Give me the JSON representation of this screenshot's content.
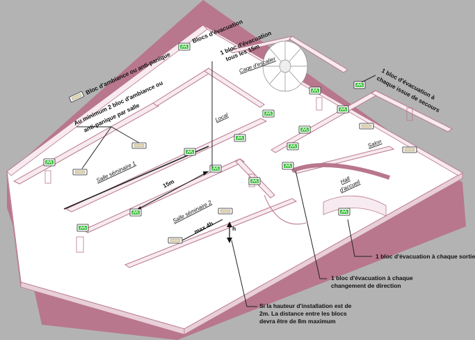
{
  "legend": {
    "evac_label": "Blocs d'évacuation",
    "ambiance_label": "Bloc d'ambiance ou anti-panique"
  },
  "annotations": {
    "min_two_line1": "Au minimum 2 bloc d'ambiance ou",
    "min_two_line2": "anti-panique par salle",
    "every15_line1": "1 bloc d'évacuation",
    "every15_line2": "tous les 15m",
    "each_exit_sec_line1": "1 bloc d'évacuation à",
    "each_exit_sec_line2": "chaque issue de secours",
    "each_exit": "1 bloc d'évacuation à chaque sortie",
    "direction_line1": "1 bloc d'évacuation à chaque",
    "direction_line2": "changement de direction",
    "height_line1": "Si la hauteur d'installation est de",
    "height_line2": "2m. La distance entre les blocs",
    "height_line3": "devra être de 8m maximum"
  },
  "rooms": {
    "cage": "Cage d'escalier",
    "local": "Local",
    "salle1": "Salle séminaire 1",
    "salle2": "Salle séminaire 2",
    "salon": "Salon",
    "hall_line1": "Hall",
    "hall_line2": "d'accueil"
  },
  "dimensions": {
    "fifteen": "15m",
    "max4h": "max 4h",
    "h": "h"
  },
  "colors": {
    "wall_top": "#f7eaf0",
    "wall_side": "#e8cfd9",
    "floor": "#ffffff",
    "base": "#b8778c",
    "evac_green": "#3fbf3f"
  }
}
